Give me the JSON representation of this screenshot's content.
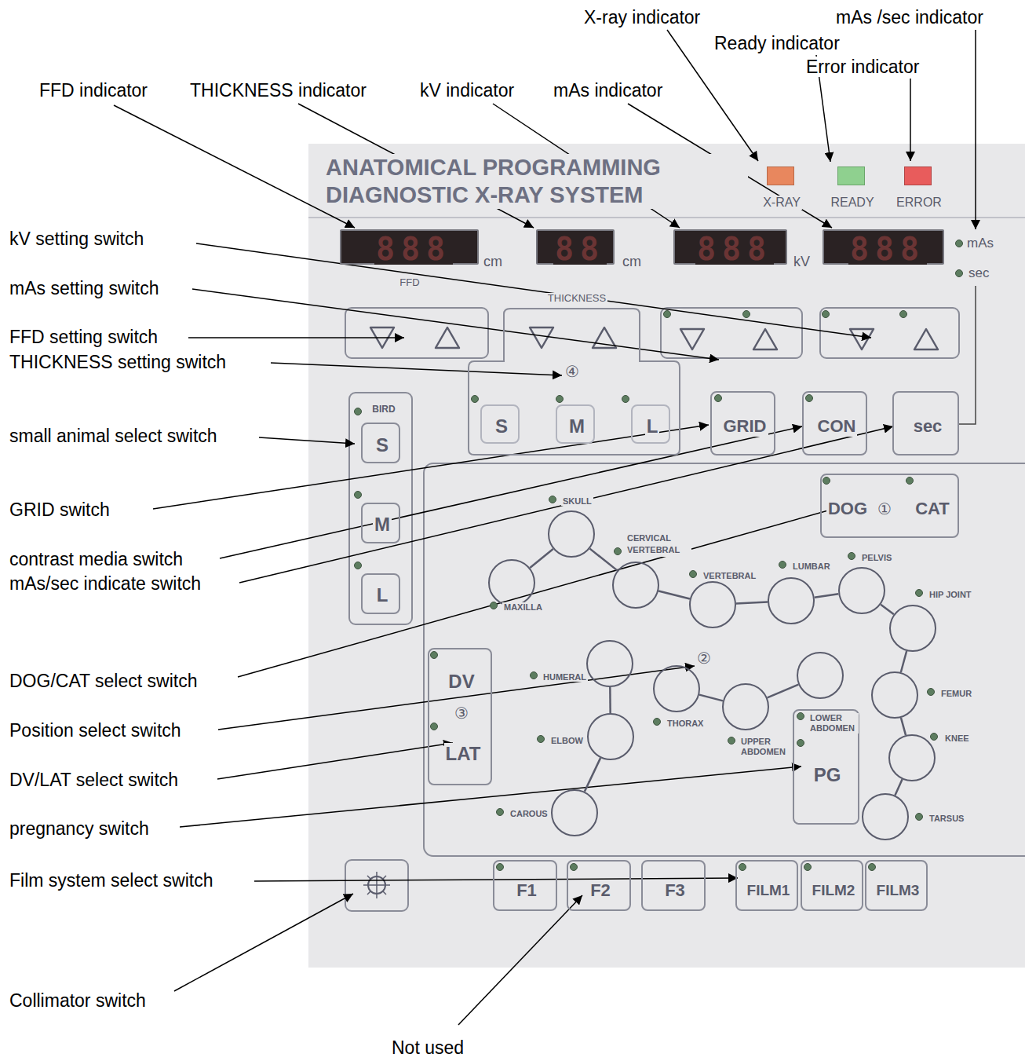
{
  "diagram": {
    "nodes": [
      {
        "text": [
          "ANATOMICAL PROGRAMMING DIAGNOSTIC X-RAY SYSTEM"
        ]
      },
      {
        "text": [
          "X-RAY"
        ],
        "in": 0
      },
      {
        "text": [
          "READY"
        ],
        "in": 0
      },
      {
        "text": [
          "ERROR"
        ],
        "in": 0
      },
      {
        "text": [
          "888",
          "cm",
          "FFD"
        ],
        "in": 0
      },
      {
        "text": [
          "88",
          "cm",
          "THICKNESS"
        ],
        "in": 0
      },
      {
        "text": [
          "888",
          "kV"
        ],
        "in": 0
      },
      {
        "text": [
          "888"
        ],
        "in": 0
      },
      {
        "text": [
          "④"
        ],
        "in": 0
      },
      {
        "text": [
          "S"
        ],
        "in": 8
      },
      {
        "text": [
          "M"
        ],
        "in": 8
      },
      {
        "text": [
          "L"
        ],
        "in": 8
      },
      {
        "text": [
          "GRID"
        ],
        "in": 0
      },
      {
        "text": [
          "CON"
        ],
        "in": 0
      },
      {
        "text": [
          "sec"
        ],
        "in": 0
      },
      {
        "text": [
          "BIRD",
          "S"
        ],
        "in": 0
      },
      {
        "text": [
          "M"
        ],
        "in": 0
      },
      {
        "text": [
          "L"
        ],
        "in": 0
      },
      {
        "text": [
          "DOG",
          "①",
          "CAT"
        ],
        "in": 0
      },
      {
        "text": [
          "SKULL"
        ],
        "in": 0
      },
      {
        "text": [
          "MAXILLA"
        ],
        "in": 0
      },
      {
        "text": [
          "CERVICAL VERTEBRAL"
        ],
        "in": 0
      },
      {
        "text": [
          "VERTEBRAL"
        ],
        "in": 0
      },
      {
        "text": [
          "LUMBAR"
        ],
        "in": 0
      },
      {
        "text": [
          "PELVIS"
        ],
        "in": 0
      },
      {
        "text": [
          "HIP JOINT"
        ],
        "in": 0
      },
      {
        "text": [
          "FEMUR"
        ],
        "in": 0
      },
      {
        "text": [
          "KNEE"
        ],
        "in": 0
      },
      {
        "text": [
          "TARSUS"
        ],
        "in": 0
      },
      {
        "text": [
          "HUMERAL"
        ],
        "in": 0
      },
      {
        "text": [
          "ELBOW"
        ],
        "in": 0
      },
      {
        "text": [
          "CAROUS"
        ],
        "in": 0
      },
      {
        "text": [
          "THORAX"
        ],
        "in": 0
      },
      {
        "text": [
          "UPPER ABDOMEN"
        ],
        "in": 0
      },
      {
        "text": [
          "LOWER ABDOMEN"
        ],
        "in": 0
      },
      {
        "text": [
          "DV",
          "③",
          "LAT"
        ],
        "in": 0
      },
      {
        "text": [
          "PG"
        ],
        "in": 0
      },
      {
        "text": [
          "F1"
        ],
        "in": 0
      },
      {
        "text": [
          "F2"
        ],
        "in": 0
      },
      {
        "text": [
          "F3"
        ],
        "in": 0
      },
      {
        "text": [
          "FILM1"
        ],
        "in": 0
      },
      {
        "text": [
          "FILM2"
        ],
        "in": 0
      },
      {
        "text": [
          "FILM3"
        ],
        "in": 0
      }
    ],
    "edges": [
      {
        "from": 20,
        "to": 19,
        "arrow": "none"
      },
      {
        "from": 19,
        "to": 21,
        "arrow": "none"
      },
      {
        "from": 21,
        "to": 22,
        "arrow": "none"
      },
      {
        "from": 22,
        "to": 23,
        "arrow": "none"
      },
      {
        "from": 23,
        "to": 24,
        "arrow": "none"
      },
      {
        "from": 24,
        "to": 25,
        "arrow": "none"
      },
      {
        "from": 25,
        "to": 26,
        "arrow": "none"
      },
      {
        "from": 26,
        "to": 27,
        "arrow": "none"
      },
      {
        "from": 27,
        "to": 28,
        "arrow": "none"
      },
      {
        "from": 29,
        "to": 30,
        "arrow": "none"
      },
      {
        "from": 30,
        "to": 31,
        "arrow": "none"
      },
      {
        "from": 32,
        "to": 33,
        "arrow": "none"
      },
      {
        "from": 33,
        "to": 34,
        "arrow": "none"
      }
    ],
    "labels": [
      "②",
      "mAs",
      "sec",
      "X-ray indicator",
      "mAs /sec indicator",
      "Ready indicator",
      "Error indicator",
      "FFD indicator",
      "THICKNESS indicator",
      "kV indicator",
      "mAs indicator",
      "kV setting switch",
      "mAs setting switch",
      "FFD setting switch",
      "THICKNESS setting switch",
      "small animal select switch",
      "GRID switch",
      "contrast media switch",
      "mAs/sec indicate switch",
      "DOG/CAT select switch",
      "Position select switch",
      "DV/LAT select switch",
      "pregnancy switch",
      "Film system select switch",
      "Collimator switch",
      "Not used"
    ]
  }
}
